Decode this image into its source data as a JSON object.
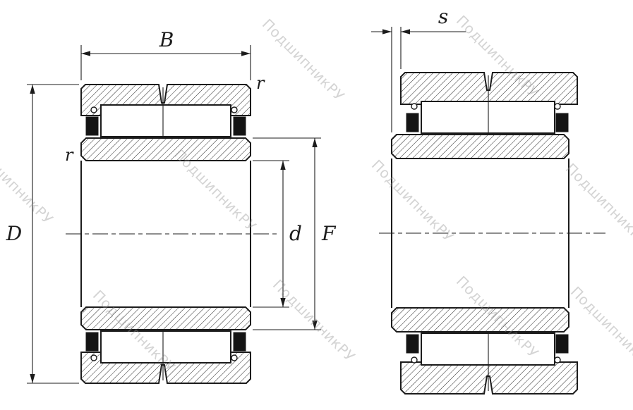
{
  "labels": {
    "B": "B",
    "D": "D",
    "d": "d",
    "F": "F",
    "s": "s",
    "r_top": "r",
    "r_left": "r"
  },
  "watermark": {
    "text": "ПодшипникРУ"
  },
  "colors": {
    "line": "#1c1c1c",
    "hatch": "#2b2b2b",
    "seal_fill": "#141414",
    "watermark": "#8f8f8f",
    "background": "#ffffff"
  }
}
